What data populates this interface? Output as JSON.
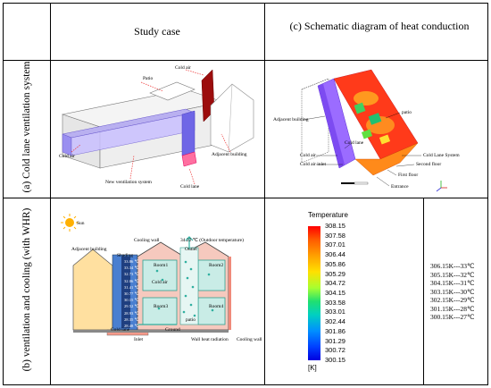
{
  "headers": {
    "study_case": "Study case",
    "schematic": "(c) Schematic diagram of heat conduction"
  },
  "rows": {
    "a_label": "(a) Cold lane ventilation system",
    "b_label": "(b) ventilation and cooling (with WHR)"
  },
  "panel_a": {
    "patio": "Patio",
    "cold_air_top": "Cold air",
    "cold_air_left": "Cold air",
    "adjacent_building": "Adjacent building",
    "new_system": "New ventilation system",
    "cold_lane": "Cold lane"
  },
  "panel_c_top": {
    "adjacent_building": "Adjacent building",
    "patio": "patio",
    "cold_lane": "Cold lane",
    "cold_air": "Cold air",
    "cold_air_inlet": "Cold air inlet",
    "cold_lane_system": "Cold Lane System",
    "second_floor": "Second floor",
    "first_floor": "First floor",
    "entrance": "Entrance"
  },
  "panel_b": {
    "sun": "Sun",
    "cooling_wall_top": "Cooling wall",
    "outdoor_temp": "34.22 ℃ (Outdoor temperature)",
    "outlet": "Outlet",
    "adjacent_building": "Adjacent building",
    "shading": "Shading",
    "room1": "Room1",
    "room2": "Room2",
    "room3": "Room3",
    "room4": "Room4",
    "cold_air": "Cold air",
    "patio": "patio",
    "cold_lane": "Cold lane",
    "ground": "Ground",
    "inlet": "Inlet",
    "wall_heat_radiation": "Wall heat radiation",
    "cooling_wall_bottom": "Cooling wall",
    "shading_temps": [
      "33.86 ℃",
      "33.34 ℃",
      "32.73 ℃",
      "32.06 ℃",
      "31.41 ℃",
      "30.77 ℃",
      "30.15 ℃",
      "29.52 ℃",
      "28.93 ℃",
      "28.35 ℃",
      "28.48 ℃"
    ]
  },
  "legend": {
    "title": "Temperature",
    "unit": "[K]",
    "ticks": [
      "308.15",
      "307.58",
      "307.01",
      "306.44",
      "305.86",
      "305.29",
      "304.72",
      "304.15",
      "303.58",
      "303.01",
      "302.44",
      "301.86",
      "301.29",
      "300.72",
      "300.15"
    ],
    "colors": [
      "#ff0000",
      "#ff5a00",
      "#ffa000",
      "#ffe000",
      "#a8ff30",
      "#20e070",
      "#00d0c0",
      "#0090ff",
      "#0040ff",
      "#0000e0"
    ]
  },
  "conversion": [
    "306.15K---33℃",
    "305.15K---32℃",
    "304.15K---31℃",
    "303.15K---30℃",
    "302.15K---29℃",
    "301.15K---28℃",
    "300.15K---27℃"
  ]
}
